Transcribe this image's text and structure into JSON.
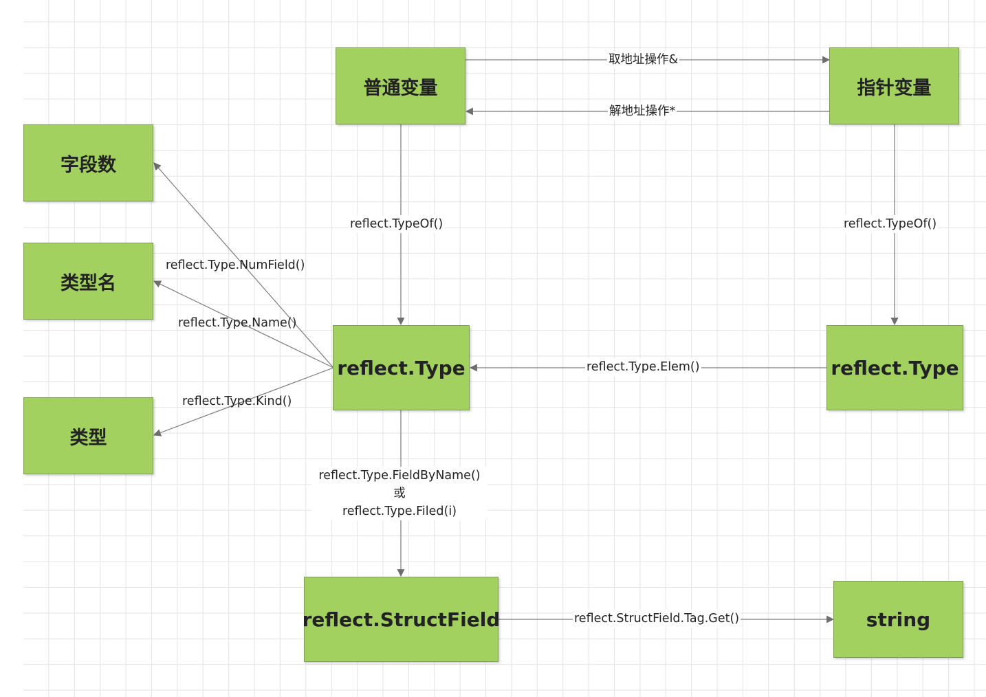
{
  "nodes": {
    "normal_var": "普通变量",
    "pointer_var": "指针变量",
    "field_count": "字段数",
    "type_name": "类型名",
    "kind": "类型",
    "reflect_type_main": "reflect.Type",
    "reflect_type_ptr": "reflect.Type",
    "struct_field": "reflect.StructField",
    "string_node": "string"
  },
  "edges": {
    "address_of": "取地址操作&",
    "dereference": "解地址操作*",
    "typeof_left": "reflect.TypeOf()",
    "typeof_right": "reflect.TypeOf()",
    "num_field": "reflect.Type.NumField()",
    "name": "reflect.Type.Name()",
    "kind": "reflect.Type.Kind()",
    "elem": "reflect.Type.Elem()",
    "field_by_name_line1": "reflect.Type.FieldByName()",
    "field_by_name_line2": "或",
    "field_by_name_line3": "reflect.Type.Filed(i)",
    "tag_get": "reflect.StructField.Tag.Get()"
  },
  "colors": {
    "node_fill": "#a2d160",
    "node_border": "#7e9e58",
    "edge": "#7a7a7a",
    "grid": "#e3e3e3"
  }
}
